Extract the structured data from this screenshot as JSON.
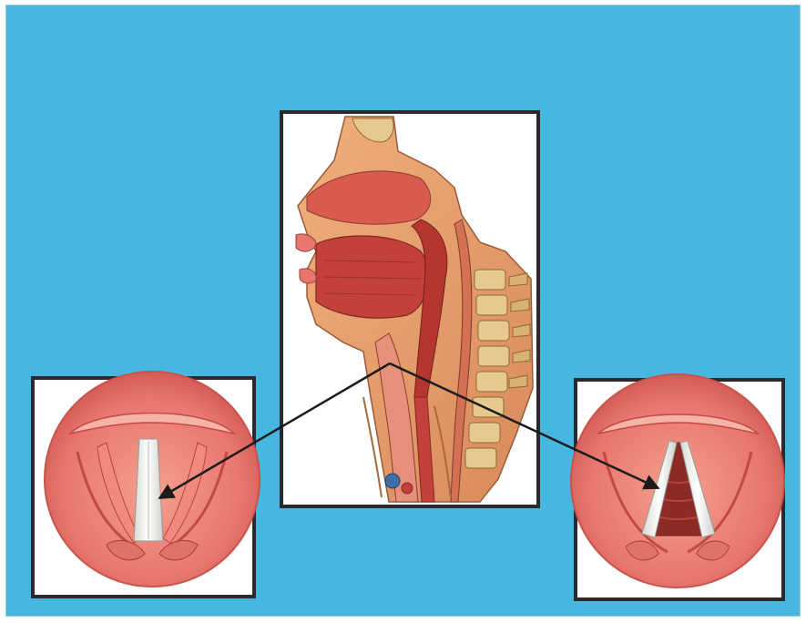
{
  "figure": {
    "type": "anatomical-diagram",
    "background_color": "#47b7e1",
    "panel_border_color": "#2a2a2a",
    "panel_fill_color": "#ffffff",
    "panels": [
      {
        "id": "head-neck-sagittal",
        "depicts": "sagittal-section-head-neck-larynx"
      },
      {
        "id": "vocal-folds-closed",
        "depicts": "glottis-closed"
      },
      {
        "id": "vocal-folds-open",
        "depicts": "glottis-open"
      }
    ],
    "arrows": [
      {
        "from": "head-neck-sagittal",
        "to": "vocal-folds-closed"
      },
      {
        "from": "head-neck-sagittal",
        "to": "vocal-folds-open"
      }
    ],
    "tissue_colors": {
      "mucosa": "#e8766f",
      "mucosa_light": "#f6b3a8",
      "deep_tissue": "#c4403a",
      "vocal_fold": "#eeeeea",
      "bone": "#e7c98f",
      "nerve_tissue": "#c9a24f"
    }
  }
}
